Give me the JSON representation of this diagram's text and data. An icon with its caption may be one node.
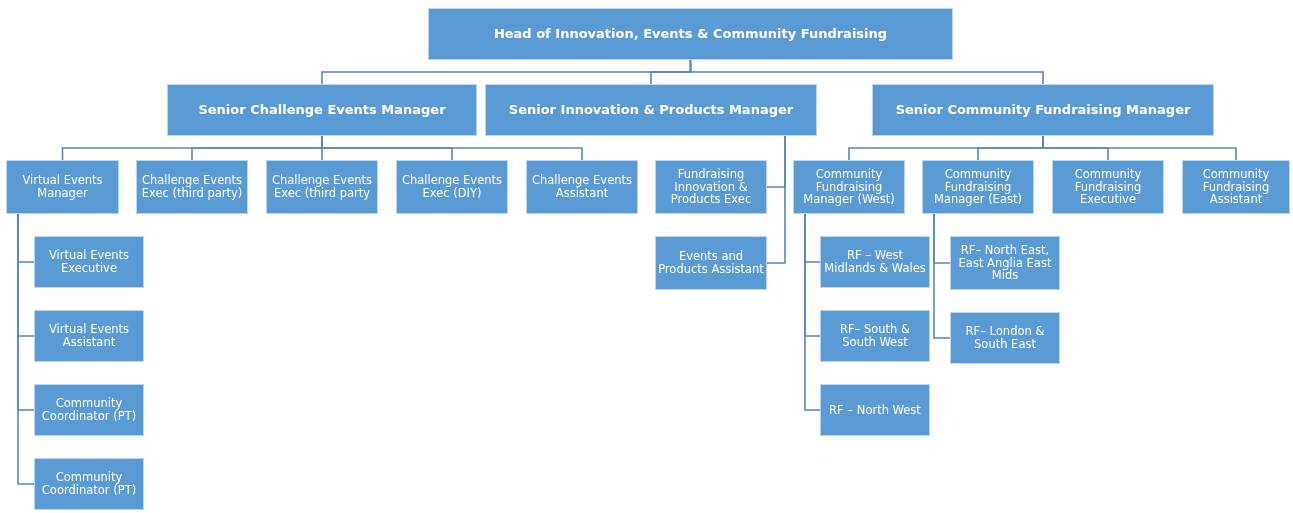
{
  "diagram": {
    "nodes": [
      {
        "text": [
          "Head of Innovation, Events & Community Fundraising"
        ]
      },
      {
        "text": [
          "Senior Challenge Events Manager"
        ]
      },
      {
        "text": [
          "Senior Innovation & Products Manager"
        ]
      },
      {
        "text": [
          "Senior Community Fundraising Manager"
        ]
      },
      {
        "text": [
          "Virtual Events Manager"
        ]
      },
      {
        "text": [
          "Challenge Events Exec (third party)"
        ]
      },
      {
        "text": [
          "Challenge Events Exec (third party"
        ]
      },
      {
        "text": [
          "Challenge Events Exec (DIY)"
        ]
      },
      {
        "text": [
          "Challenge Events Assistant"
        ]
      },
      {
        "text": [
          "Fundraising Innovation & Products Exec"
        ]
      },
      {
        "text": [
          "Community Fundraising Manager (West)"
        ]
      },
      {
        "text": [
          "Community Fundraising Manager (East)"
        ]
      },
      {
        "text": [
          "Community Fundraising Executive"
        ]
      },
      {
        "text": [
          "Community Fundraising Assistant"
        ]
      },
      {
        "text": [
          "Virtual Events Executive"
        ]
      },
      {
        "text": [
          "Virtual Events Assistant"
        ]
      },
      {
        "text": [
          "Community Coordinator (PT)"
        ]
      },
      {
        "text": [
          "Community Coordinator (PT)"
        ]
      },
      {
        "text": [
          "Events and Products Assistant"
        ]
      },
      {
        "text": [
          "RF – West Midlands & Wales"
        ]
      },
      {
        "text": [
          "RF–  South & South West"
        ]
      },
      {
        "text": [
          "RF – North West"
        ]
      },
      {
        "text": [
          "RF– North East, East Anglia East Mids"
        ]
      },
      {
        "text": [
          "RF– London & South East"
        ]
      }
    ],
    "edges": [
      {
        "from": 0,
        "to": 1,
        "arrow": "none"
      },
      {
        "from": 0,
        "to": 2,
        "arrow": "none"
      },
      {
        "from": 0,
        "to": 3,
        "arrow": "none"
      },
      {
        "from": 1,
        "to": 4,
        "arrow": "none"
      },
      {
        "from": 1,
        "to": 5,
        "arrow": "none"
      },
      {
        "from": 1,
        "to": 6,
        "arrow": "none"
      },
      {
        "from": 1,
        "to": 7,
        "arrow": "none"
      },
      {
        "from": 1,
        "to": 8,
        "arrow": "none"
      },
      {
        "from": 2,
        "to": 9,
        "arrow": "none"
      },
      {
        "from": 2,
        "to": 18,
        "arrow": "none"
      },
      {
        "from": 3,
        "to": 10,
        "arrow": "none"
      },
      {
        "from": 3,
        "to": 11,
        "arrow": "none"
      },
      {
        "from": 3,
        "to": 12,
        "arrow": "none"
      },
      {
        "from": 3,
        "to": 13,
        "arrow": "none"
      },
      {
        "from": 4,
        "to": 14,
        "arrow": "none"
      },
      {
        "from": 4,
        "to": 15,
        "arrow": "none"
      },
      {
        "from": 4,
        "to": 16,
        "arrow": "none"
      },
      {
        "from": 4,
        "to": 17,
        "arrow": "none"
      },
      {
        "from": 10,
        "to": 19,
        "arrow": "none"
      },
      {
        "from": 10,
        "to": 20,
        "arrow": "none"
      },
      {
        "from": 10,
        "to": 21,
        "arrow": "none"
      },
      {
        "from": 11,
        "to": 22,
        "arrow": "none"
      },
      {
        "from": 11,
        "to": 23,
        "arrow": "none"
      }
    ]
  }
}
